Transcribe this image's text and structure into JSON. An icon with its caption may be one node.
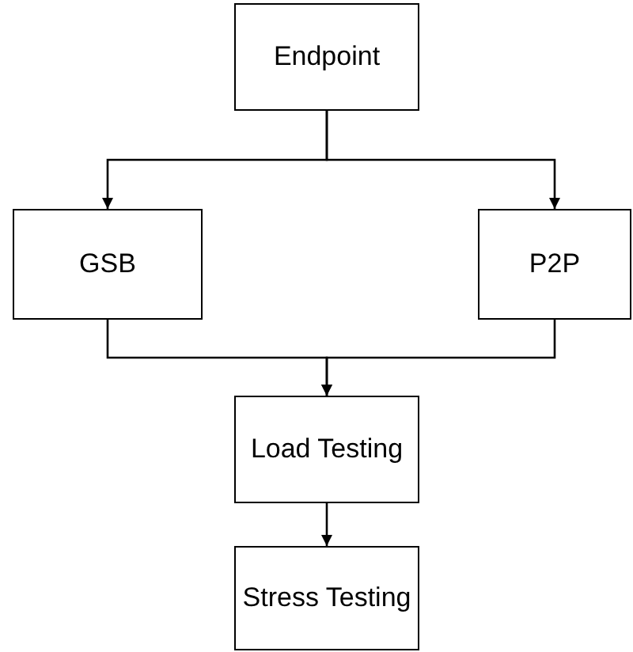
{
  "diagram": {
    "nodes": [
      {
        "text": [
          "Endpoint"
        ]
      },
      {
        "text": [
          "GSB"
        ]
      },
      {
        "text": [
          "P2P"
        ]
      },
      {
        "text": [
          "Load Testing"
        ]
      },
      {
        "text": [
          "Stress Testing"
        ]
      }
    ],
    "edges": [
      {
        "from": 0,
        "to": 1,
        "arrow": "to"
      },
      {
        "from": 0,
        "to": 2,
        "arrow": "to"
      },
      {
        "from": 1,
        "to": 3,
        "arrow": "to"
      },
      {
        "from": 2,
        "to": 3,
        "arrow": "to"
      },
      {
        "from": 3,
        "to": 4,
        "arrow": "to"
      }
    ]
  }
}
